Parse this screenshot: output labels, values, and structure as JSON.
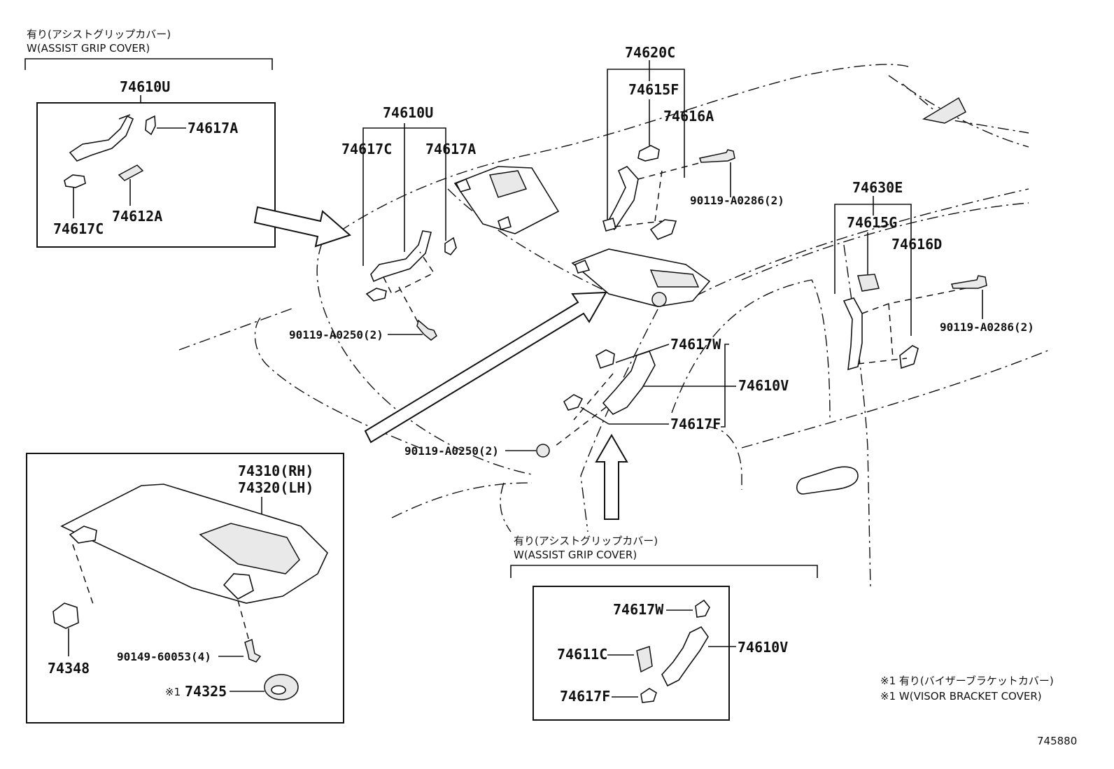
{
  "header_top_left": {
    "jp": "有り(アシストグリップカバー)",
    "en": "W(ASSIST GRIP COVER)"
  },
  "header_bottom": {
    "jp": "有り(アシストグリップカバー)",
    "en": "W(ASSIST GRIP COVER)"
  },
  "note": {
    "line1": "※1 有り(バイザーブラケットカバー)",
    "line2": "※1 W(VISOR BRACKET COVER)"
  },
  "figure_number": "745880",
  "labels": {
    "box1_main": "74610U",
    "box1_cover_a": "74617A",
    "box1_cover_c": "74617C",
    "box1_inner": "74612A",
    "front_grip": "74610U",
    "front_cover_c": "74617C",
    "front_cover_a": "74617A",
    "front_screw": "90119-A0250(2)",
    "rear_grip_set": "74620C",
    "rear_cover_f": "74615F",
    "rear_cover_a": "74616A",
    "rear_bolt": "90119-A0286(2)",
    "grip_3rd_set": "74630E",
    "grip_3rd_cover_g": "74615G",
    "grip_3rd_cover_d": "74616D",
    "grip_3rd_bolt": "90119-A0286(2)",
    "pillar_cover_w": "74617W",
    "pillar_grip": "74610V",
    "pillar_cover_f": "74617F",
    "pillar_screw": "90119-A0250(2)",
    "visor_rh": "74310(RH)",
    "visor_lh": "74320(LH)",
    "visor_holder": "74348",
    "visor_screw": "90149-60053(4)",
    "visor_cover": "74325",
    "visor_cover_mark": "※1",
    "box2_cover_w": "74617W",
    "box2_inner": "74611C",
    "box2_cover_f": "74617F",
    "box2_main": "74610V"
  }
}
